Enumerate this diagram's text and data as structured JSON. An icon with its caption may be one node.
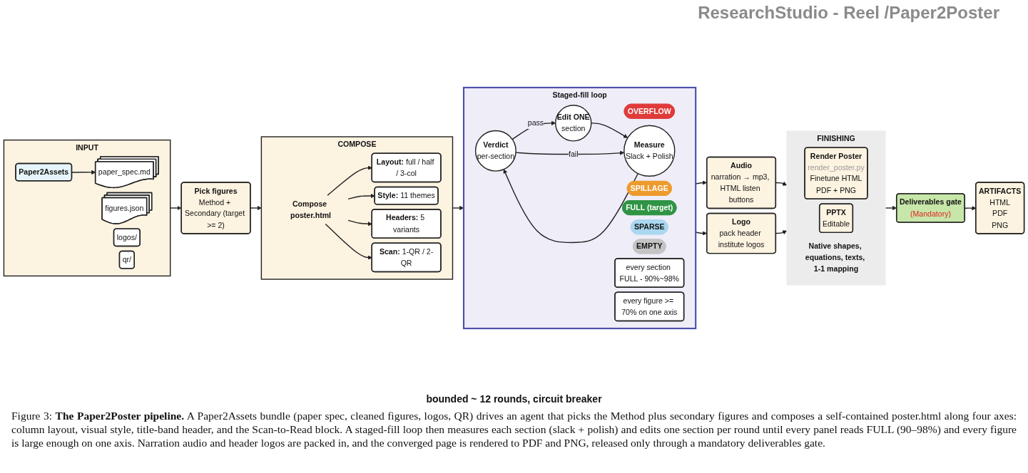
{
  "diagram": {
    "title": "ResearchStudio - Reel /Paper2Poster",
    "caption": "Figure 3: **The Paper2Poster pipeline.** A Paper2Assets bundle (paper spec, cleaned figures, logos, QR) drives an agent that picks the Method plus secondary figures and composes a self-contained poster.html along four axes: column layout, visual style, title-band header, and the Scan-to-Read block. A staged-fill loop then measures each section (slack + polish) and edits one section per round until every panel reads FULL (90–98%) and every figure is large enough on one axis. Narration audio and header logos are packed in, and the converged page is rendered to PDF and PNG, released only through a mandatory deliverables gate.",
    "nodes": [
      {
        "text": [
          "INPUT"
        ]
      },
      {
        "text": [
          "Paper2Assets"
        ],
        "in": 0
      },
      {
        "text": [
          "paper_spec.md"
        ],
        "in": 0
      },
      {
        "text": [
          "figures.json"
        ],
        "in": 0
      },
      {
        "text": [
          "logos/"
        ],
        "in": 0
      },
      {
        "text": [
          "qr/"
        ],
        "in": 0
      },
      {
        "text": [
          "Pick figures",
          "Method + Secondary (target >= 2)"
        ]
      },
      {
        "text": [
          "COMPOSE"
        ]
      },
      {
        "text": [
          "Compose poster.html"
        ],
        "in": 7
      },
      {
        "text": [
          "**Layout:** full / half / 3-col"
        ],
        "in": 7
      },
      {
        "text": [
          "**Style:** 11 themes"
        ],
        "in": 7
      },
      {
        "text": [
          "**Headers:** 5 variants"
        ],
        "in": 7
      },
      {
        "text": [
          "**Scan:** 1-QR / 2-QR"
        ],
        "in": 7
      },
      {
        "text": [
          "Staged-fill loop"
        ]
      },
      {
        "text": [
          "OVERFLOW"
        ],
        "in": 13
      },
      {
        "text": [
          "SPILLAGE"
        ],
        "in": 13
      },
      {
        "text": [
          "FULL (target)"
        ],
        "in": 13
      },
      {
        "text": [
          "SPARSE"
        ],
        "in": 13
      },
      {
        "text": [
          "EMPTY"
        ],
        "in": 13
      },
      {
        "text": [
          "Verdict",
          "per-section"
        ],
        "in": 13
      },
      {
        "text": [
          "Edit ONE",
          "section"
        ],
        "in": 13
      },
      {
        "text": [
          "Measure",
          "Slack + Polish"
        ],
        "in": 13
      },
      {
        "text": [
          "every section FULL - 90%~98%"
        ],
        "in": 13
      },
      {
        "text": [
          "every figure >= 70% on one axis"
        ],
        "in": 13
      },
      {
        "text": [
          "Audio",
          "narration → mp3, HTML listen buttons"
        ]
      },
      {
        "text": [
          "Logo",
          "pack header institute logos"
        ]
      },
      {
        "text": [
          "FINISHING"
        ]
      },
      {
        "text": [
          "Render Poster",
          "render_poster.py",
          "Finetune HTML",
          "PDF + PNG"
        ],
        "in": 26
      },
      {
        "text": [
          "PPTX",
          "Editable"
        ],
        "beside": [
          "Native shapes, equations, texts, 1-1 mapping"
        ],
        "in": 26
      },
      {
        "text": [
          "Deliverables gate",
          "(Mandatory)"
        ]
      },
      {
        "text": [
          "ARTIFACTS",
          "HTML",
          "PDF",
          "PNG"
        ]
      }
    ],
    "edges": [
      {
        "from": 0,
        "to": 6,
        "arrow": "to"
      },
      {
        "from": 1,
        "to": 2,
        "arrow": "to"
      },
      {
        "from": 6,
        "to": 7,
        "arrow": "to"
      },
      {
        "from": 8,
        "to": 9,
        "arrow": "to"
      },
      {
        "from": 8,
        "to": 10,
        "arrow": "to"
      },
      {
        "from": 8,
        "to": 11,
        "arrow": "to"
      },
      {
        "from": 8,
        "to": 12,
        "arrow": "to"
      },
      {
        "from": 7,
        "to": 13,
        "arrow": "to"
      },
      {
        "from": 19,
        "to": 20,
        "arrow": "to",
        "label": "pass"
      },
      {
        "from": 20,
        "to": 21,
        "arrow": "to"
      },
      {
        "from": 21,
        "to": 19,
        "arrow": "to"
      },
      {
        "from": 19,
        "to": 21,
        "arrow": "to",
        "label": "fail"
      },
      {
        "from": 13,
        "to": 24,
        "arrow": "to"
      },
      {
        "from": 13,
        "to": 25,
        "arrow": "to"
      },
      {
        "from": 24,
        "to": 26,
        "arrow": "to"
      },
      {
        "from": 25,
        "to": 26,
        "arrow": "to"
      },
      {
        "from": 26,
        "to": 29,
        "arrow": "to"
      },
      {
        "from": 29,
        "to": 30,
        "arrow": "to"
      }
    ],
    "labels": [
      "bounded ~ 12 rounds, circuit breaker"
    ]
  }
}
